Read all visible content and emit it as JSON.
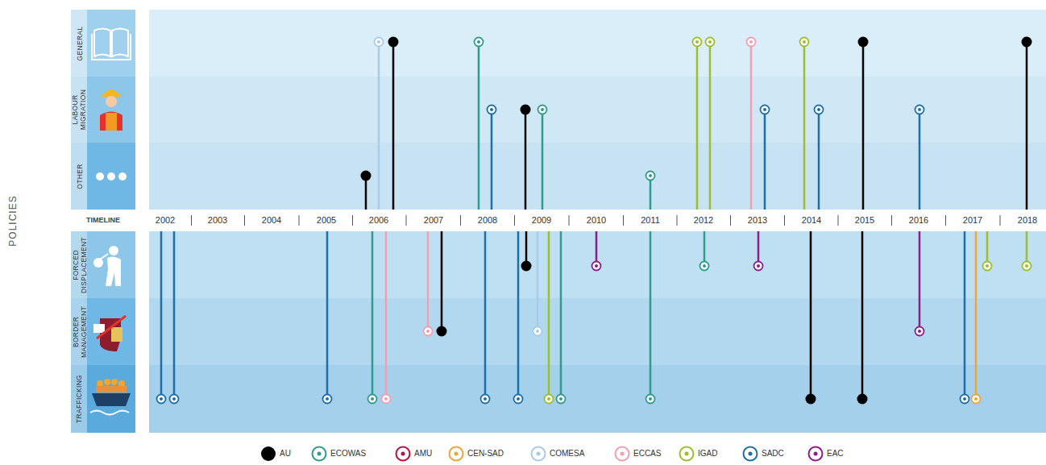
{
  "diagram": {
    "nodes": [
      {
        "text": [
          "GENERAL"
        ]
      },
      {
        "text": [
          "LABOUR MIGRATION"
        ]
      },
      {
        "text": [
          "OTHER"
        ]
      },
      {
        "text": [
          "FORCED DISPLACEMENT"
        ]
      },
      {
        "text": [
          "BORDER MANAGEMENT"
        ]
      },
      {
        "text": [
          "TRAFFICKING"
        ]
      }
    ],
    "labels": [
      "POLICIES",
      "TIMELINE",
      "2002",
      "2003",
      "2004",
      "2005",
      "2006",
      "2007",
      "2008",
      "2009",
      "2010",
      "2011",
      "2012",
      "2013",
      "2014",
      "2015",
      "2016",
      "2017",
      "2018"
    ],
    "legend": [
      {
        "text": "AU",
        "color": "#000000"
      },
      {
        "text": "ECOWAS",
        "color": "#2e9b8c"
      },
      {
        "text": "AMU",
        "color": "#b5123f"
      },
      {
        "text": "CEN-SAD",
        "color": "#f0a23c"
      },
      {
        "text": "COMESA",
        "color": "#a9cbe8"
      },
      {
        "text": "ECCAS",
        "color": "#f0a0b0"
      },
      {
        "text": "IGAD",
        "color": "#9dbf2a"
      },
      {
        "text": "SADC",
        "color": "#1e6ea8"
      },
      {
        "text": "EAC",
        "color": "#8b1e8a"
      }
    ]
  }
}
